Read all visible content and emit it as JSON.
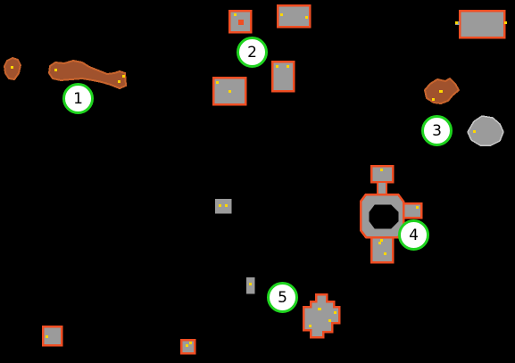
{
  "map": {
    "background": "#000000",
    "room_fill": "#9b9b9b",
    "room_border": "#f04e23",
    "cave_fill": "#a0522d",
    "door_color": "#ffd700",
    "marker_border": "#1fd41f",
    "markers": [
      {
        "label": "1"
      },
      {
        "label": "2"
      },
      {
        "label": "3"
      },
      {
        "label": "4"
      },
      {
        "label": "5"
      }
    ]
  }
}
